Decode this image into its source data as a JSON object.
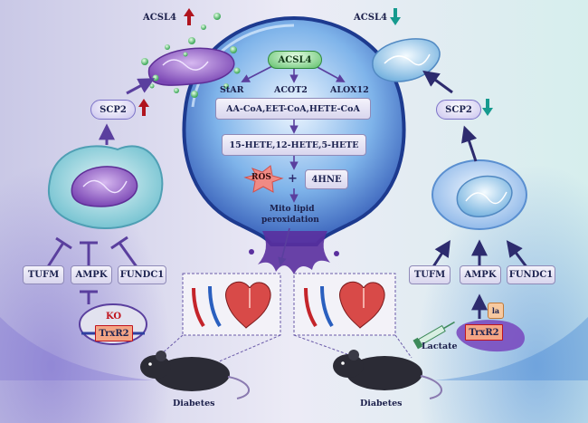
{
  "center": {
    "acsl4": "ACSL4",
    "branches": [
      "StAR",
      "ACOT2",
      "ALOX12"
    ],
    "metabolites_1": "AA-CoA,EET-CoA,HETE-CoA",
    "metabolites_2": "15-HETE,12-HETE,5-HETE",
    "ros": "ROS",
    "plus": "+",
    "hne": "4HNE",
    "outcome_line1": "Mito lipid",
    "outcome_line2": "peroxidation"
  },
  "left": {
    "acsl4": "ACSL4",
    "acsl4_direction": "up",
    "scp2": "SCP2",
    "scp2_direction": "up",
    "regulators": [
      "TUFM",
      "AMPK",
      "FUNDC1"
    ],
    "regulator_effect": "inhibit",
    "ko": "KO",
    "gene": "TrxR2",
    "condition": "Diabetes"
  },
  "right": {
    "acsl4": "ACSL4",
    "acsl4_direction": "down",
    "scp2": "SCP2",
    "scp2_direction": "down",
    "regulators": [
      "TUFM",
      "AMPK",
      "FUNDC1"
    ],
    "regulator_effect": "activate",
    "la": "la",
    "gene": "TrxR2",
    "lactate": "Lactate",
    "condition": "Diabetes"
  },
  "colors": {
    "up_arrow": "#b0141e",
    "down_arrow": "#159a8e",
    "arrow": "#2d2b6e",
    "ros_fill": "#f08a84",
    "gene_fill": "#f4a585",
    "mito_damaged": "#8f5fc8",
    "mito_healthy": "#8ecae6"
  }
}
